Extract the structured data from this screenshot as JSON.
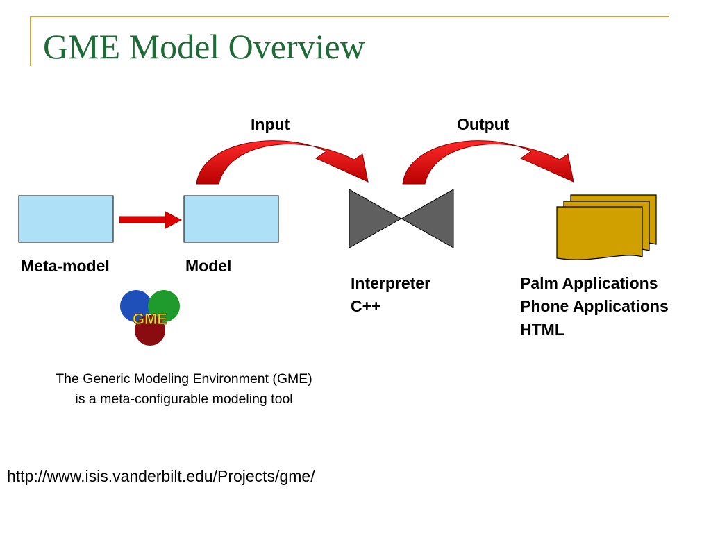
{
  "slide": {
    "title": "GME Model Overview",
    "url": "http://www.isis.vanderbilt.edu/Projects/gme/"
  },
  "diagram": {
    "input_label": "Input",
    "output_label": "Output",
    "meta_model_label": "Meta-model",
    "model_label": "Model",
    "interpreter_lines": [
      "Interpreter",
      "C++"
    ],
    "outputs": [
      "Palm Applications",
      "Phone Applications",
      "HTML"
    ],
    "logo_text": "GME",
    "description": [
      "The Generic Modeling Environment (GME)",
      "is a meta-configurable modeling tool"
    ]
  },
  "colors": {
    "title": "#1e6b37",
    "accent_rule": "#c8a43a",
    "box_fill": "#aee0f8",
    "arrow_red": "#e00000",
    "interpreter_gray": "#5f5f5f",
    "document_fill": "#d0a000"
  }
}
